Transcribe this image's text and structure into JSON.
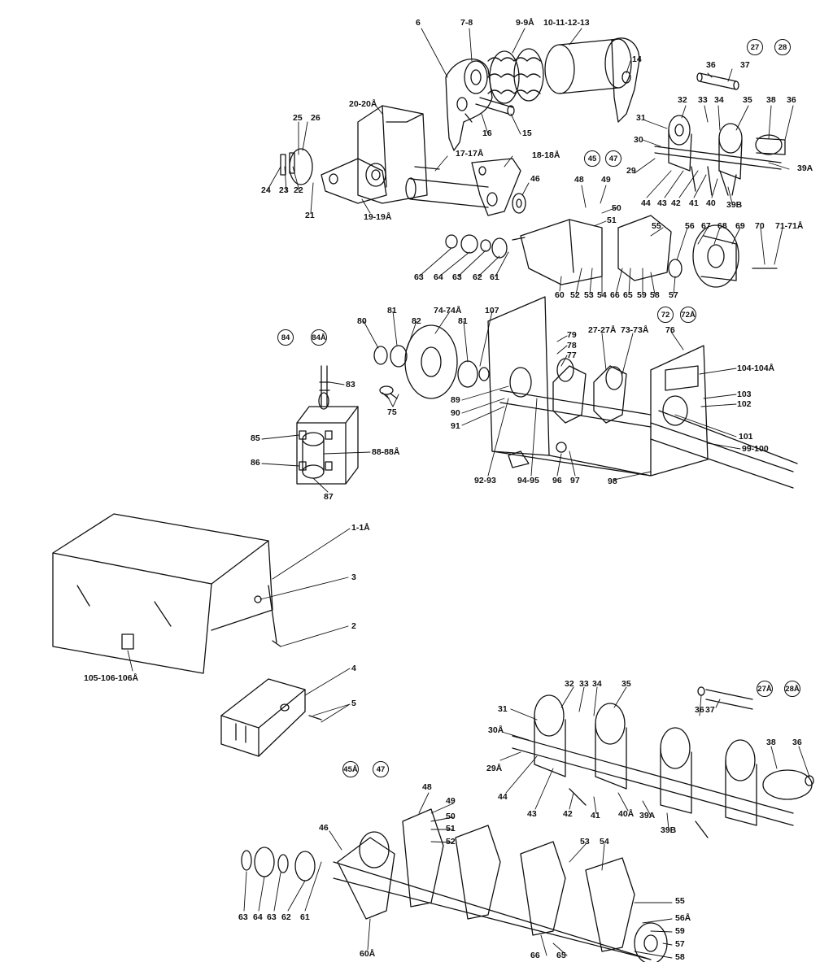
{
  "labels": [
    {
      "id": "p6",
      "text": "6"
    },
    {
      "id": "p7-8",
      "text": "7-8"
    },
    {
      "id": "p9-9a",
      "text": "9-9Å"
    },
    {
      "id": "p10-13",
      "text": "10-11-12-13"
    },
    {
      "id": "p14",
      "text": "14"
    },
    {
      "id": "p15",
      "text": "15"
    },
    {
      "id": "p16",
      "text": "16"
    },
    {
      "id": "p20",
      "text": "20-20Å"
    },
    {
      "id": "p25",
      "text": "25"
    },
    {
      "id": "p26",
      "text": "26"
    },
    {
      "id": "p24",
      "text": "24"
    },
    {
      "id": "p23",
      "text": "23"
    },
    {
      "id": "p22",
      "text": "22"
    },
    {
      "id": "p21",
      "text": "21"
    },
    {
      "id": "p19",
      "text": "19-19Å"
    },
    {
      "id": "p17",
      "text": "17-17Å"
    },
    {
      "id": "p18",
      "text": "18-18Å"
    },
    {
      "id": "p46",
      "text": "46"
    },
    {
      "id": "p36a",
      "text": "36"
    },
    {
      "id": "p37",
      "text": "37"
    },
    {
      "id": "p32",
      "text": "32"
    },
    {
      "id": "p33",
      "text": "33"
    },
    {
      "id": "p34",
      "text": "34"
    },
    {
      "id": "p35",
      "text": "35"
    },
    {
      "id": "p38",
      "text": "38"
    },
    {
      "id": "p36b",
      "text": "36"
    },
    {
      "id": "p31",
      "text": "31"
    },
    {
      "id": "p30",
      "text": "30"
    },
    {
      "id": "p29",
      "text": "29"
    },
    {
      "id": "p39a",
      "text": "39A"
    },
    {
      "id": "p44",
      "text": "44"
    },
    {
      "id": "p43",
      "text": "43"
    },
    {
      "id": "p42",
      "text": "42"
    },
    {
      "id": "p41",
      "text": "41"
    },
    {
      "id": "p40",
      "text": "40"
    },
    {
      "id": "p39b",
      "text": "39B"
    },
    {
      "id": "p48",
      "text": "48"
    },
    {
      "id": "p49",
      "text": "49"
    },
    {
      "id": "p50",
      "text": "50"
    },
    {
      "id": "p51",
      "text": "51"
    },
    {
      "id": "p55",
      "text": "55"
    },
    {
      "id": "p56",
      "text": "56"
    },
    {
      "id": "p67",
      "text": "67"
    },
    {
      "id": "p68",
      "text": "68"
    },
    {
      "id": "p69",
      "text": "69"
    },
    {
      "id": "p70",
      "text": "70"
    },
    {
      "id": "p71",
      "text": "71-71Å"
    },
    {
      "id": "p63a",
      "text": "63"
    },
    {
      "id": "p64a",
      "text": "64"
    },
    {
      "id": "p63b",
      "text": "63"
    },
    {
      "id": "p62a",
      "text": "62"
    },
    {
      "id": "p61a",
      "text": "61"
    },
    {
      "id": "p60",
      "text": "60"
    },
    {
      "id": "p52",
      "text": "52"
    },
    {
      "id": "p53",
      "text": "53"
    },
    {
      "id": "p54",
      "text": "54"
    },
    {
      "id": "p66",
      "text": "66"
    },
    {
      "id": "p65",
      "text": "65"
    },
    {
      "id": "p59",
      "text": "59"
    },
    {
      "id": "p58",
      "text": "58"
    },
    {
      "id": "p57",
      "text": "57"
    },
    {
      "id": "p80",
      "text": "80"
    },
    {
      "id": "p81a",
      "text": "81"
    },
    {
      "id": "p82",
      "text": "82"
    },
    {
      "id": "p74",
      "text": "74-74Å"
    },
    {
      "id": "p81b",
      "text": "81"
    },
    {
      "id": "p107",
      "text": "107"
    },
    {
      "id": "p79",
      "text": "79"
    },
    {
      "id": "p78",
      "text": "78"
    },
    {
      "id": "p77",
      "text": "77"
    },
    {
      "id": "p27",
      "text": "27-27Å"
    },
    {
      "id": "p73",
      "text": "73-73Å"
    },
    {
      "id": "p76",
      "text": "76"
    },
    {
      "id": "p104",
      "text": "104-104Å"
    },
    {
      "id": "p103",
      "text": "103"
    },
    {
      "id": "p102",
      "text": "102"
    },
    {
      "id": "p101",
      "text": "101"
    },
    {
      "id": "p99",
      "text": "99-100"
    },
    {
      "id": "p98",
      "text": "98"
    },
    {
      "id": "p97",
      "text": "97"
    },
    {
      "id": "p96",
      "text": "96"
    },
    {
      "id": "p94",
      "text": "94-95"
    },
    {
      "id": "p92",
      "text": "92-93"
    },
    {
      "id": "p89",
      "text": "89"
    },
    {
      "id": "p90",
      "text": "90"
    },
    {
      "id": "p91",
      "text": "91"
    },
    {
      "id": "p75",
      "text": "75"
    },
    {
      "id": "p83",
      "text": "83"
    },
    {
      "id": "p85",
      "text": "85"
    },
    {
      "id": "p86",
      "text": "86"
    },
    {
      "id": "p88",
      "text": "88-88Å"
    },
    {
      "id": "p87",
      "text": "87"
    },
    {
      "id": "p1",
      "text": "1-1Å"
    },
    {
      "id": "p3",
      "text": "3"
    },
    {
      "id": "p2",
      "text": "2"
    },
    {
      "id": "p105",
      "text": "105-106-106Å"
    },
    {
      "id": "p4",
      "text": "4"
    },
    {
      "id": "p5",
      "text": "5"
    },
    {
      "id": "q32",
      "text": "32"
    },
    {
      "id": "q33",
      "text": "33"
    },
    {
      "id": "q34",
      "text": "34"
    },
    {
      "id": "q35",
      "text": "35"
    },
    {
      "id": "q31",
      "text": "31"
    },
    {
      "id": "q30a",
      "text": "30Å"
    },
    {
      "id": "q29a",
      "text": "29Å"
    },
    {
      "id": "q44",
      "text": "44"
    },
    {
      "id": "q43",
      "text": "43"
    },
    {
      "id": "q42",
      "text": "42"
    },
    {
      "id": "q41",
      "text": "41"
    },
    {
      "id": "q40a",
      "text": "40Å"
    },
    {
      "id": "q39a",
      "text": "39A"
    },
    {
      "id": "q39b",
      "text": "39B"
    },
    {
      "id": "q36a",
      "text": "36"
    },
    {
      "id": "q37",
      "text": "37"
    },
    {
      "id": "q38",
      "text": "38"
    },
    {
      "id": "q36b",
      "text": "36"
    },
    {
      "id": "r48",
      "text": "48"
    },
    {
      "id": "r49",
      "text": "49"
    },
    {
      "id": "r50",
      "text": "50"
    },
    {
      "id": "r51",
      "text": "51"
    },
    {
      "id": "r52",
      "text": "52"
    },
    {
      "id": "r46",
      "text": "46"
    },
    {
      "id": "r53",
      "text": "53"
    },
    {
      "id": "r54",
      "text": "54"
    },
    {
      "id": "r55",
      "text": "55"
    },
    {
      "id": "r56a",
      "text": "56Å"
    },
    {
      "id": "r59",
      "text": "59"
    },
    {
      "id": "r57",
      "text": "57"
    },
    {
      "id": "r58",
      "text": "58"
    },
    {
      "id": "r65",
      "text": "65"
    },
    {
      "id": "r66",
      "text": "66"
    },
    {
      "id": "r60a",
      "text": "60Å"
    },
    {
      "id": "r63a",
      "text": "63"
    },
    {
      "id": "r64",
      "text": "64"
    },
    {
      "id": "r63b",
      "text": "63"
    },
    {
      "id": "r62",
      "text": "62"
    },
    {
      "id": "r61",
      "text": "61"
    }
  ],
  "circled": [
    {
      "id": "c27",
      "text": "27"
    },
    {
      "id": "c28",
      "text": "28"
    },
    {
      "id": "c45",
      "text": "45"
    },
    {
      "id": "c47",
      "text": "47"
    },
    {
      "id": "c72",
      "text": "72"
    },
    {
      "id": "c72a",
      "text": "72Å"
    },
    {
      "id": "c84",
      "text": "84"
    },
    {
      "id": "c84a",
      "text": "84Å"
    },
    {
      "id": "c27a",
      "text": "27Å"
    },
    {
      "id": "c28a",
      "text": "28Å"
    },
    {
      "id": "c45a",
      "text": "45Å"
    },
    {
      "id": "c47b",
      "text": "47"
    }
  ],
  "colors": {
    "ink": "#111111",
    "paper": "#ffffff"
  }
}
